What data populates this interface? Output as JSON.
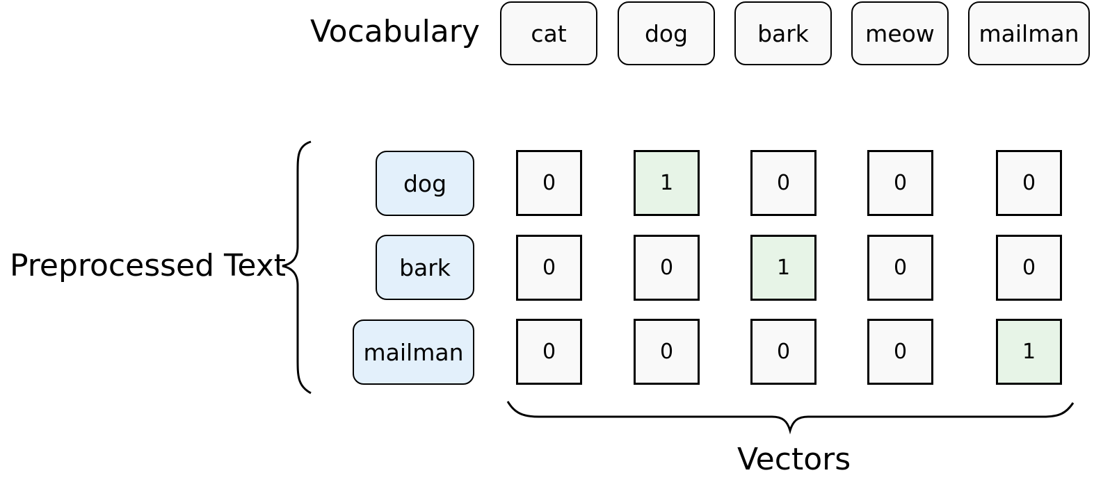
{
  "vocabulary": {
    "label": "Vocabulary",
    "words": [
      "cat",
      "dog",
      "bark",
      "meow",
      "mailman"
    ]
  },
  "preprocessed_text": {
    "label": "Preprocessed Text",
    "words": [
      "dog",
      "bark",
      "mailman"
    ]
  },
  "vectors": {
    "label": "Vectors",
    "rows": [
      [
        "0",
        "1",
        "0",
        "0",
        "0"
      ],
      [
        "0",
        "0",
        "1",
        "0",
        "0"
      ],
      [
        "0",
        "0",
        "0",
        "0",
        "1"
      ]
    ]
  },
  "colors": {
    "vocab_fill": "#f9f9f9",
    "word_fill": "#e3f0fb",
    "cell_fill": "#f9f9f9",
    "cell_active_fill": "#e7f4e7"
  }
}
